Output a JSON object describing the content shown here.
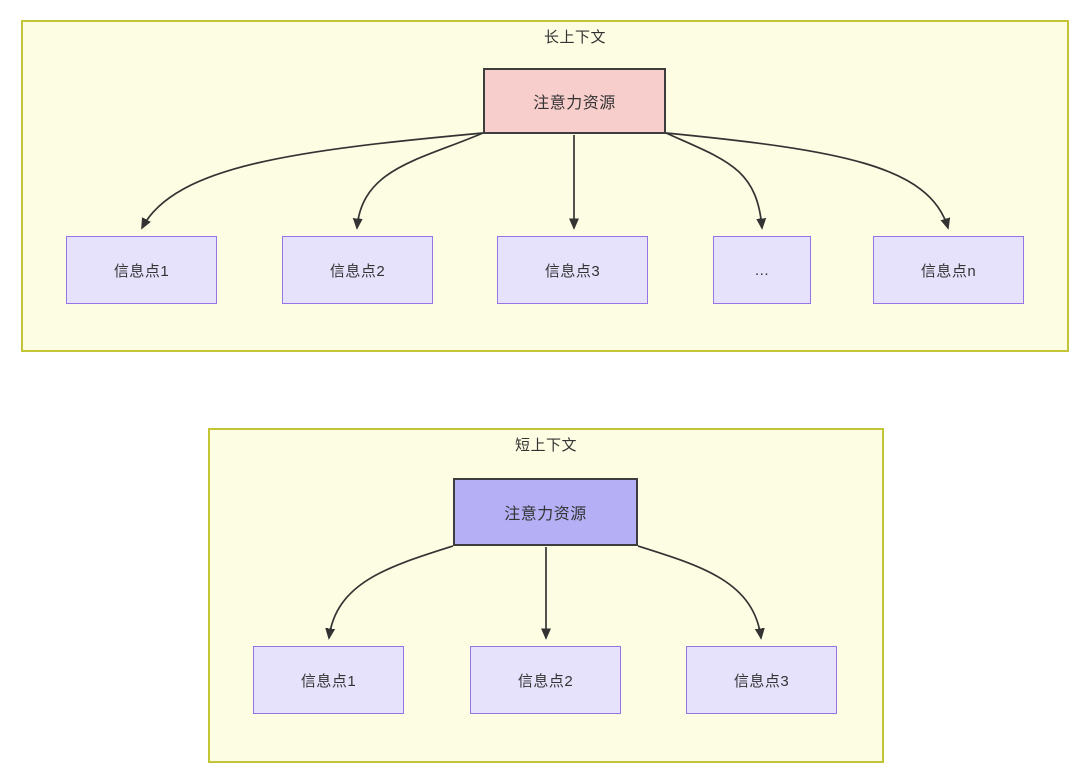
{
  "diagram": {
    "type": "flowchart",
    "background": "#ffffff",
    "colors": {
      "group_fill": "#fdfde3",
      "group_stroke": "#c4c437",
      "attention_long_fill": "#f8cecc",
      "attention_long_stroke": "#3d3d3d",
      "attention_short_fill": "#b5b0f5",
      "attention_short_stroke": "#3d3d3d",
      "info_fill": "#e6e2fc",
      "info_stroke": "#9673e6",
      "edge_stroke": "#333333",
      "text": "#333333"
    },
    "groups": [
      {
        "id": "long-context",
        "title": "长上下文",
        "root": {
          "id": "attn-long",
          "label": "注意力资源"
        },
        "children": [
          {
            "id": "long-info-1",
            "label": "信息点1"
          },
          {
            "id": "long-info-2",
            "label": "信息点2"
          },
          {
            "id": "long-info-3",
            "label": "信息点3"
          },
          {
            "id": "long-info-ellipsis",
            "label": "..."
          },
          {
            "id": "long-info-n",
            "label": "信息点n"
          }
        ]
      },
      {
        "id": "short-context",
        "title": "短上下文",
        "root": {
          "id": "attn-short",
          "label": "注意力资源"
        },
        "children": [
          {
            "id": "short-info-1",
            "label": "信息点1"
          },
          {
            "id": "short-info-2",
            "label": "信息点2"
          },
          {
            "id": "short-info-3",
            "label": "信息点3"
          }
        ]
      }
    ]
  }
}
